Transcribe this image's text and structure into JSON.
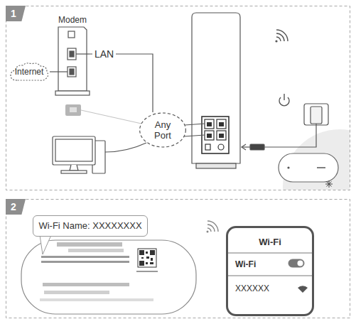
{
  "diagram": {
    "nodes": [
      {
        "text": [
          "1"
        ]
      },
      {
        "text": [
          "Modem"
        ]
      },
      {
        "text": [
          "Internet"
        ]
      },
      {
        "text": [
          "Any Port"
        ]
      },
      {
        "text": [
          "2"
        ]
      },
      {
        "text": [
          "Wi-Fi Name: XXXXXXXX"
        ]
      },
      {
        "text": [
          "Wi-Fi",
          "Wi-Fi",
          "XXXXXX"
        ]
      }
    ],
    "edges": [
      {
        "from": 1,
        "to": 3,
        "arrow": "none",
        "label": "LAN"
      },
      {
        "from": 2,
        "to": 1,
        "arrow": "none"
      }
    ]
  }
}
